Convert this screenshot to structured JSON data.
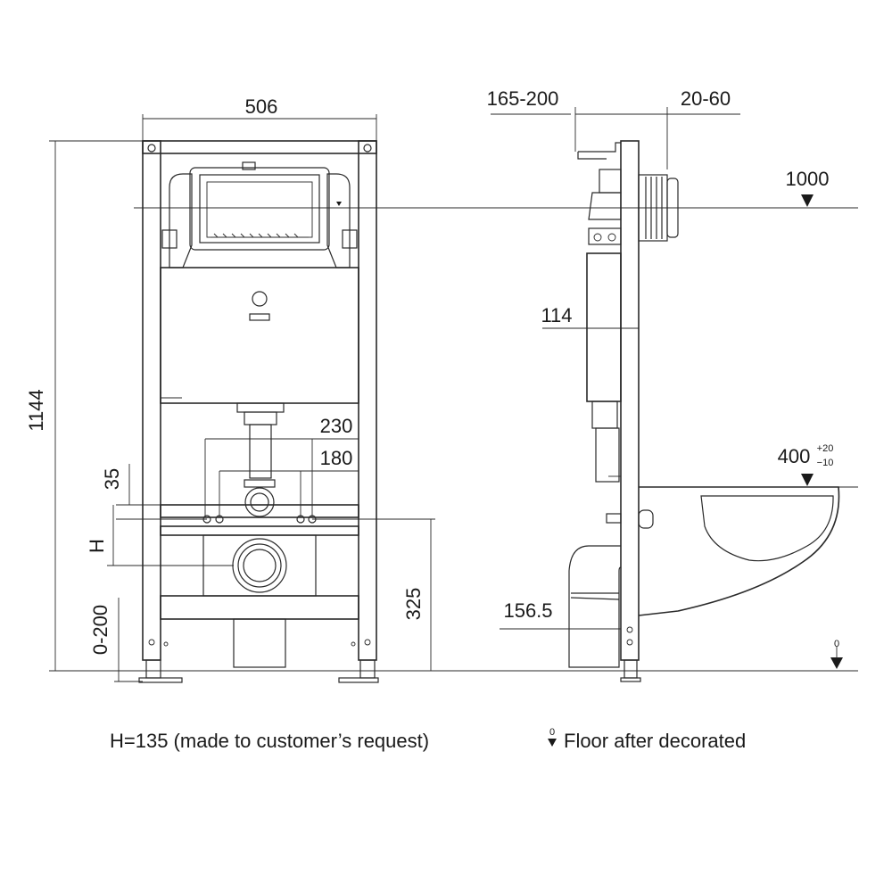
{
  "front_view": {
    "width_label": "506",
    "height_label": "1144",
    "dim_230": "230",
    "dim_180": "180",
    "dim_35": "35",
    "dim_h": "H",
    "dim_325": "325",
    "dim_0_200": "0-200"
  },
  "side_view": {
    "dim_165_200": "165-200",
    "dim_20_60": "20-60",
    "level_1000": "1000",
    "dim_114": "114",
    "level_400": "400",
    "level_400_plus": "+20",
    "level_400_minus": "−10",
    "dim_156_5": "156.5",
    "level_0": "0"
  },
  "notes": {
    "h_note": "H=135 (made to customer’s request)",
    "floor_symbol": "0",
    "floor_note": "Floor after decorated"
  }
}
